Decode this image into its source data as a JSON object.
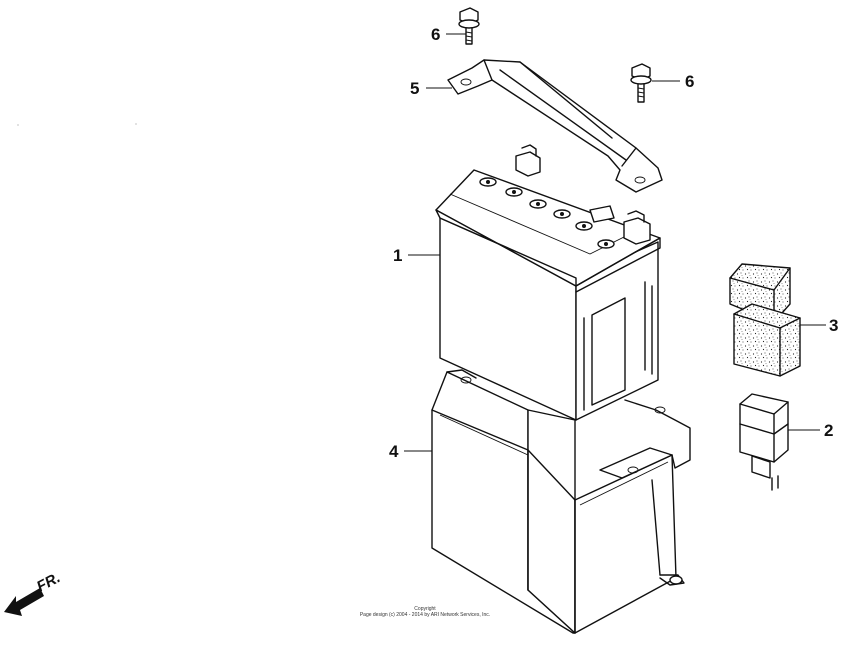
{
  "diagram": {
    "parts": [
      {
        "id": "1",
        "label": "1",
        "icon": "battery-icon"
      },
      {
        "id": "2",
        "label": "2",
        "icon": "relay-icon"
      },
      {
        "id": "3",
        "label": "3",
        "icon": "relay-rubber-mount-icon"
      },
      {
        "id": "4",
        "label": "4",
        "icon": "battery-box-icon"
      },
      {
        "id": "5",
        "label": "5",
        "icon": "battery-holder-strap-icon"
      },
      {
        "id": "6a",
        "label": "6",
        "icon": "flange-bolt-icon"
      },
      {
        "id": "6b",
        "label": "6",
        "icon": "flange-bolt-icon"
      }
    ],
    "direction_label": "FR.",
    "copyright": {
      "line1": "Copyright",
      "line2": "Page design (c) 2004 - 2014 by ARI Network Services, Inc."
    }
  }
}
